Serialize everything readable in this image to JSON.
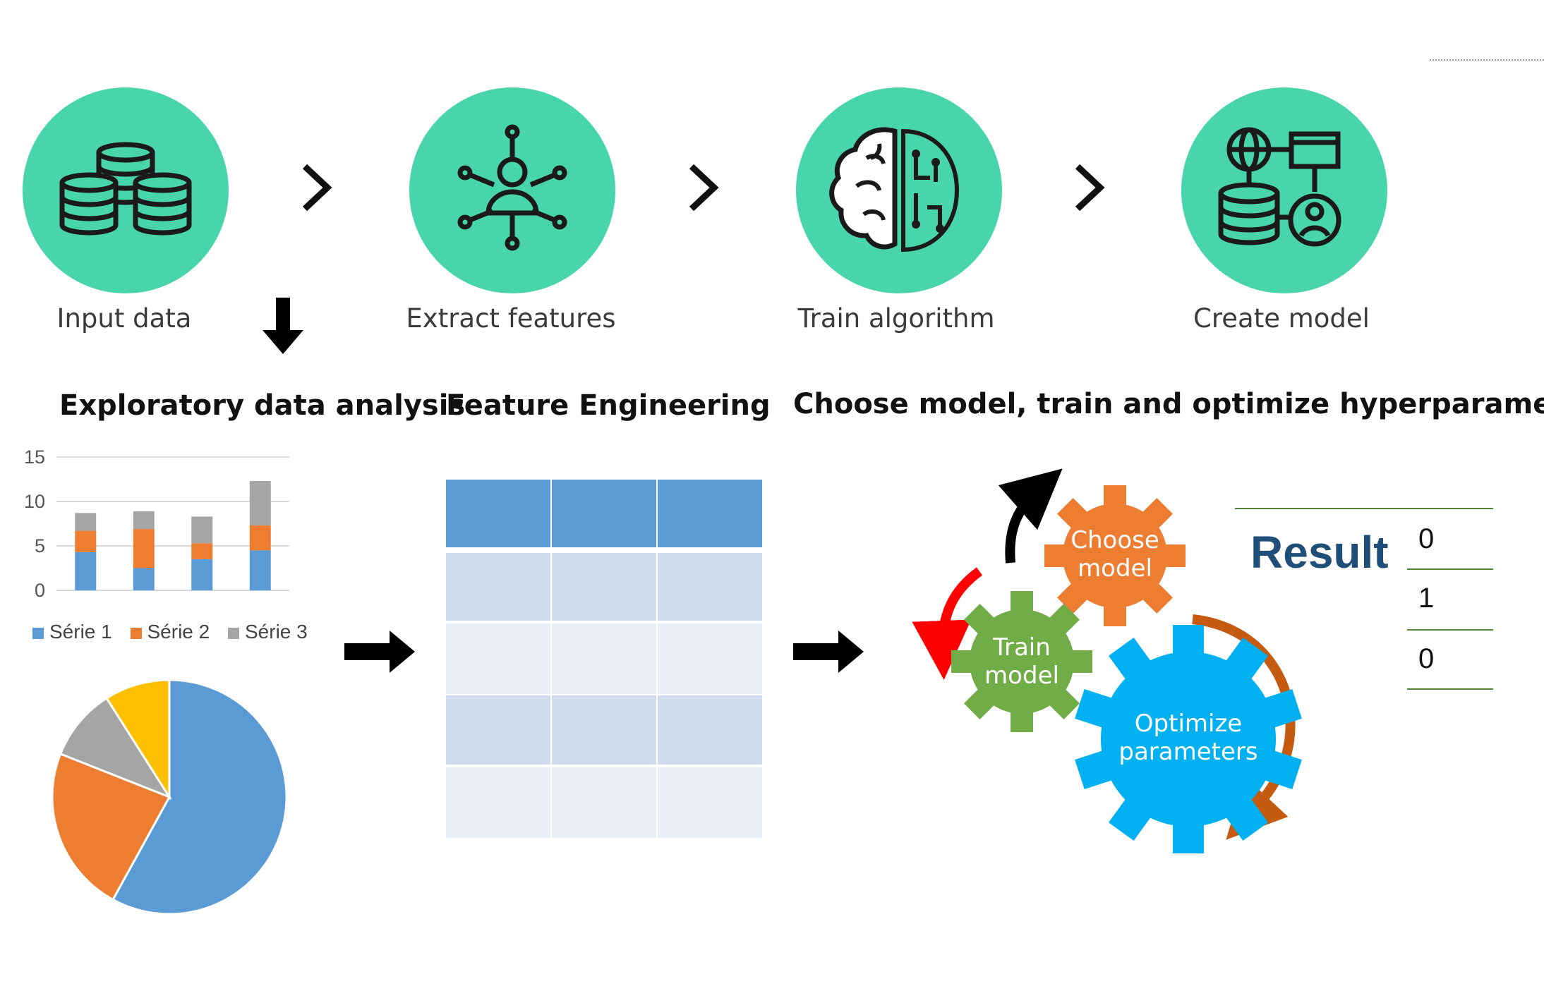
{
  "pipeline": {
    "steps": [
      {
        "label": "Input data",
        "icon": "database-icon"
      },
      {
        "label": "Extract features",
        "icon": "person-network-icon"
      },
      {
        "label": "Train algorithm",
        "icon": "brain-circuit-icon"
      },
      {
        "label": "Create model",
        "icon": "model-schema-icon"
      }
    ]
  },
  "sections": {
    "eda": "Exploratory data analysis",
    "fe": "Feature Engineering",
    "model": "Choose model, train and optimize hyperparameters"
  },
  "chart_data": [
    {
      "type": "bar",
      "stacked": true,
      "categories": [
        "",
        "",
        "",
        ""
      ],
      "series": [
        {
          "name": "Série 1",
          "values": [
            4.3,
            2.5,
            3.5,
            4.5
          ],
          "color": "#5b9bd5"
        },
        {
          "name": "Série 2",
          "values": [
            2.4,
            4.4,
            1.8,
            2.8
          ],
          "color": "#ed7d31"
        },
        {
          "name": "Série 3",
          "values": [
            2.0,
            2.0,
            3.0,
            5.0
          ],
          "color": "#a5a5a5"
        }
      ],
      "yticks": [
        "0",
        "5",
        "10",
        "15"
      ],
      "ylim": [
        0,
        15
      ],
      "grid": true,
      "legend": "bottom"
    },
    {
      "type": "pie",
      "values": [
        58,
        23,
        10,
        9
      ],
      "colors": [
        "#5b9bd5",
        "#ed7d31",
        "#a5a5a5",
        "#ffc000"
      ]
    }
  ],
  "table": {
    "header_color": "#5b9bd5",
    "row_colors": [
      "#d0dcee",
      "#e9eef7",
      "#d0dcee",
      "#e9eef7"
    ]
  },
  "gears": {
    "choose": {
      "line1": "Choose",
      "line2": "model",
      "color": "#ed7d31"
    },
    "train": {
      "line1": "Train",
      "line2": "model",
      "color": "#70ad47"
    },
    "optimize": {
      "line1": "Optimize",
      "line2": "parameters",
      "color": "#00b0f0"
    }
  },
  "result": {
    "title": "Result",
    "values": [
      "0",
      "1",
      "0"
    ]
  }
}
